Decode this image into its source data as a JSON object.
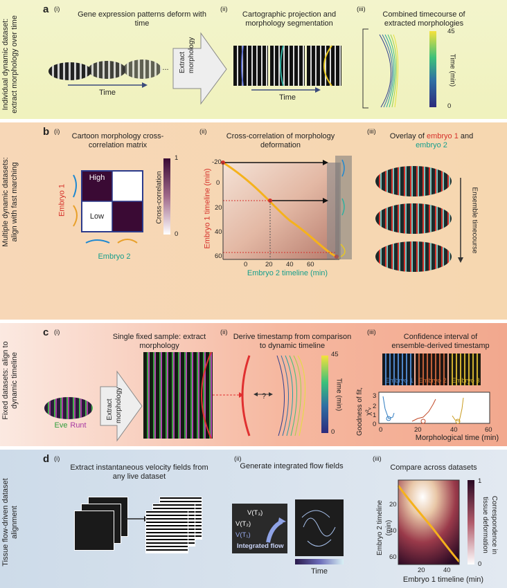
{
  "a": {
    "letter": "a",
    "sub_i": "(i)",
    "sub_ii": "(ii)",
    "sub_iii": "(iii)",
    "side": "Individual dynamic dataset: extract morphology over time",
    "title_i": "Gene expression patterns deform with time",
    "title_ii": "Cartographic projection and morphology segmentation",
    "title_iii": "Combined timecourse of extracted morphologies",
    "time_i": "Time",
    "time_ii": "Time",
    "ellipsis": "...",
    "arrow": "Extract morphology",
    "cbar_max": "45",
    "cbar_min": "0",
    "cbar_label": "Time (min)"
  },
  "b": {
    "letter": "b",
    "sub_i": "(i)",
    "sub_ii": "(ii)",
    "sub_iii": "(iii)",
    "side": "Multiple dynamic datasets: align with fast marching",
    "title_i": "Cartoon morphology cross-correlation matrix",
    "high": "High",
    "low": "Low",
    "embryo1": "Embryo 1",
    "embryo2": "Embryo 2",
    "cbar_max": "1",
    "cbar_min": "0",
    "cbar_label": "Cross-correlation",
    "title_ii": "Cross-correlation of morphology deformation",
    "ylabel": "Embryo 1 timeline (min)",
    "xlabel": "Embryo 2 timeline (min)",
    "yticks": [
      "-20",
      "0",
      "20",
      "40",
      "60"
    ],
    "xticks": [
      "0",
      "20",
      "40",
      "60"
    ],
    "title_iii_a": "Overlay of ",
    "title_iii_e1": "embryo 1",
    "title_iii_b": " and ",
    "title_iii_e2": "embryo 2",
    "ensemble": "Ensemble timecourse",
    "color_e1": "#d5302a",
    "color_e2": "#159e8c"
  },
  "c": {
    "letter": "c",
    "sub_i": "(i)",
    "sub_ii": "(ii)",
    "sub_iii": "(iii)",
    "side": "Fixed datasets: align to dynamic timeline",
    "title_i": "Single fixed sample: extract morphology",
    "eve": "Eve",
    "runt": "Runt",
    "arrow": "Extract morphology",
    "title_ii": "Derive timestamp from comparison to dynamic timeline",
    "q": "?",
    "cbar_max": "45",
    "cbar_min": "0",
    "cbar_label": "Time (min)",
    "title_iii": "Confidence interval of ensemble-derived timestamp",
    "emb_labels": [
      "Embryo 1",
      "Embryo 2",
      "Embryo 3"
    ],
    "ylabel": "Goodness of fit, χ²ᵥ",
    "xlabel": "Morphological time (min)",
    "yticks": [
      "0",
      "1",
      "2",
      "3"
    ],
    "xticks": [
      "0",
      "20",
      "40",
      "60"
    ],
    "colors": [
      "#2e7bc0",
      "#c24a28",
      "#c99a1c"
    ]
  },
  "d": {
    "letter": "d",
    "sub_i": "(i)",
    "sub_ii": "(ii)",
    "sub_iii": "(iii)",
    "side": "Tissue flow-driven dataset alignment",
    "title_i": "Extract instantaneous velocity fields from any live dataset",
    "title_ii": "Generate integrated flow fields",
    "v1": "V(T₁)",
    "v2": "V(T₂)",
    "v3": "V(T₃)",
    "flow": "Integrated flow",
    "time": "Time",
    "title_iii": "Compare across datasets",
    "ylabel": "Embryo 2 timeline (min)",
    "xlabel": "Embryo 1 timeline (min)",
    "yticks": [
      "20",
      "40",
      "60"
    ],
    "xticks": [
      "20",
      "40"
    ],
    "cbar_max": "1",
    "cbar_min": "0",
    "cbar_label": "Correspondence in tissue deformation"
  }
}
